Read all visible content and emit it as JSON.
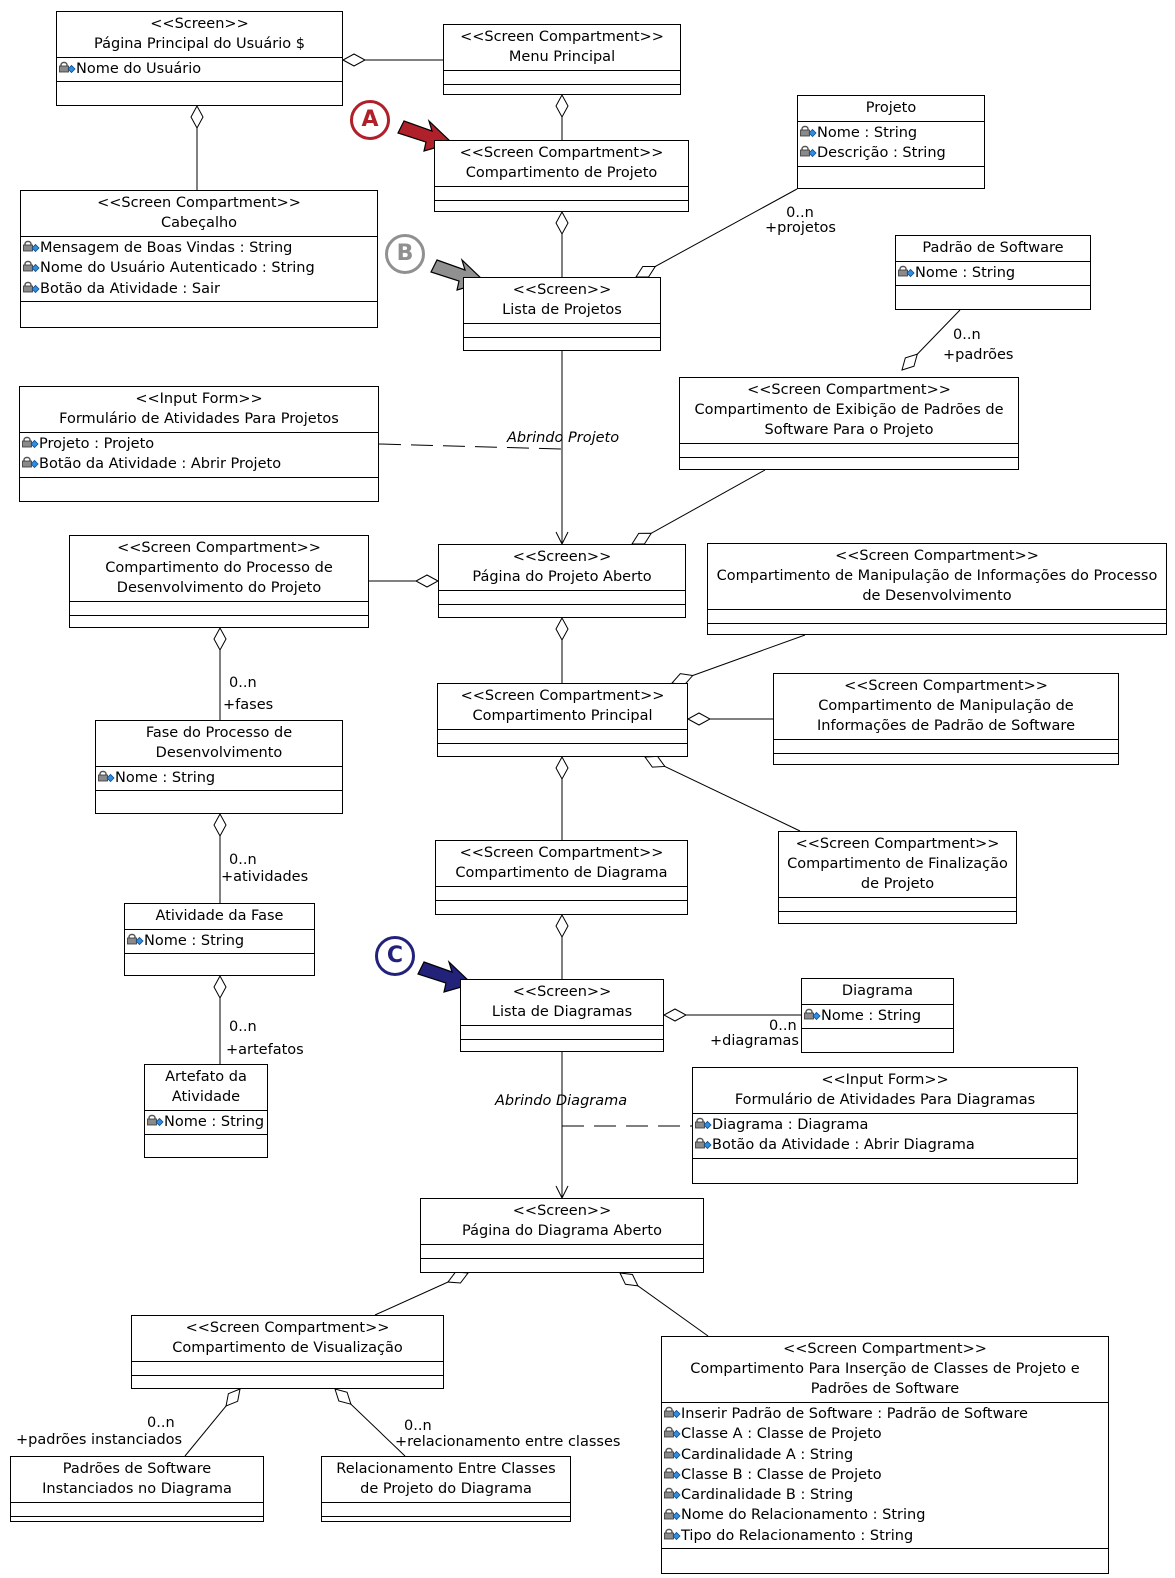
{
  "markers": [
    {
      "letter": "A",
      "color": "#b0202a"
    },
    {
      "letter": "B",
      "color": "#909090"
    },
    {
      "letter": "C",
      "color": "#22227a"
    }
  ],
  "boxes": {
    "paginaPrincipal": {
      "lines": [
        "<<Screen>>",
        "Página Principal do Usuário $"
      ],
      "attrs": [
        "Nome do Usuário"
      ]
    },
    "menuPrincipal": {
      "lines": [
        "<<Screen Compartment>>",
        "Menu Principal"
      ],
      "attrs": []
    },
    "compProjeto": {
      "lines": [
        "<<Screen Compartment>>",
        "Compartimento de Projeto"
      ],
      "attrs": []
    },
    "projeto": {
      "lines": [
        "Projeto"
      ],
      "attrs": [
        "Nome : String",
        "Descrição : String"
      ]
    },
    "cabecalho": {
      "lines": [
        "<<Screen Compartment>>",
        "Cabeçalho"
      ],
      "attrs": [
        "Mensagem de Boas Vindas : String",
        "Nome do Usuário Autenticado : String",
        "Botão da Atividade : Sair"
      ]
    },
    "listaProjetos": {
      "lines": [
        "<<Screen>>",
        "Lista de Projetos"
      ],
      "attrs": []
    },
    "padraoSoftware": {
      "lines": [
        "Padrão de Software"
      ],
      "attrs": [
        "Nome : String"
      ]
    },
    "formProjetos": {
      "lines": [
        "<<Input Form>>",
        "Formulário de Atividades Para Projetos"
      ],
      "attrs": [
        "Projeto : Projeto",
        "Botão da Atividade : Abrir Projeto"
      ]
    },
    "compExibicao": {
      "lines": [
        "<<Screen Compartment>>",
        "Compartimento de Exibição de Padrões de",
        "Software Para o Projeto"
      ],
      "attrs": []
    },
    "compProcesso": {
      "lines": [
        "<<Screen Compartment>>",
        "Compartimento do Processo de",
        "Desenvolvimento do Projeto"
      ],
      "attrs": []
    },
    "paginaProjeto": {
      "lines": [
        "<<Screen>>",
        "Página do Projeto Aberto"
      ],
      "attrs": []
    },
    "compManipProcesso": {
      "lines": [
        "<<Screen Compartment>>",
        "Compartimento de Manipulação de Informações do Processo",
        "de Desenvolvimento"
      ],
      "attrs": []
    },
    "compPrincipal": {
      "lines": [
        "<<Screen Compartment>>",
        "Compartimento Principal"
      ],
      "attrs": []
    },
    "compManipPadrao": {
      "lines": [
        "<<Screen Compartment>>",
        "Compartimento de Manipulação de",
        "Informações de Padrão de Software"
      ],
      "attrs": []
    },
    "faseProcesso": {
      "lines": [
        "Fase do Processo de",
        "Desenvolvimento"
      ],
      "attrs": [
        "Nome : String"
      ]
    },
    "compDiagrama": {
      "lines": [
        "<<Screen Compartment>>",
        "Compartimento de Diagrama"
      ],
      "attrs": []
    },
    "compFinalizacao": {
      "lines": [
        "<<Screen Compartment>>",
        "Compartimento de Finalização",
        "de Projeto"
      ],
      "attrs": []
    },
    "atividadeFase": {
      "lines": [
        "Atividade da Fase"
      ],
      "attrs": [
        "Nome : String"
      ]
    },
    "listaDiagramas": {
      "lines": [
        "<<Screen>>",
        "Lista de Diagramas"
      ],
      "attrs": []
    },
    "diagrama": {
      "lines": [
        "Diagrama"
      ],
      "attrs": [
        "Nome : String"
      ]
    },
    "artefato": {
      "lines": [
        "Artefato da",
        "Atividade"
      ],
      "attrs": [
        "Nome : String"
      ]
    },
    "formDiagramas": {
      "lines": [
        "<<Input Form>>",
        "Formulário de Atividades Para Diagramas"
      ],
      "attrs": [
        "Diagrama : Diagrama",
        "Botão da Atividade : Abrir Diagrama"
      ]
    },
    "paginaDiagrama": {
      "lines": [
        "<<Screen>>",
        "Página do Diagrama Aberto"
      ],
      "attrs": []
    },
    "compVisualizacao": {
      "lines": [
        "<<Screen Compartment>>",
        "Compartimento de Visualização"
      ],
      "attrs": []
    },
    "compInsercao": {
      "lines": [
        "<<Screen Compartment>>",
        "Compartimento Para Inserção de Classes de Projeto e",
        "Padrões de Software"
      ],
      "attrs": [
        "Inserir Padrão de Software : Padrão de Software",
        "Classe A : Classe de Projeto",
        "Cardinalidade A : String",
        "Classe B : Classe de Projeto",
        "Cardinalidade B : String",
        "Nome do Relacionamento : String",
        "Tipo do Relacionamento : String"
      ]
    },
    "padroesInstanciados": {
      "lines": [
        "Padrões de Software",
        "Instanciados no Diagrama"
      ],
      "attrs": []
    },
    "relacionamento": {
      "lines": [
        "Relacionamento Entre Classes",
        "de Projeto do Diagrama"
      ],
      "attrs": []
    }
  },
  "labels": {
    "projetosMult": [
      "0..n",
      "+projetos"
    ],
    "padroesMult": [
      "0..n",
      "+padrões"
    ],
    "fasesMult": [
      "0..n",
      "+fases"
    ],
    "atividadesMult": [
      "0..n",
      "+atividades"
    ],
    "artefatosMult": [
      "0..n",
      "+artefatos"
    ],
    "diagramasMult": [
      "0..n",
      "+diagramas"
    ],
    "padroesInstMult": [
      "0..n",
      "+padrões instanciados"
    ],
    "relacMult": [
      "0..n",
      "+relacionamento entre classes"
    ],
    "abrindoProjeto": "Abrindo Projeto",
    "abrindoDiagrama": "Abrindo Diagrama"
  }
}
